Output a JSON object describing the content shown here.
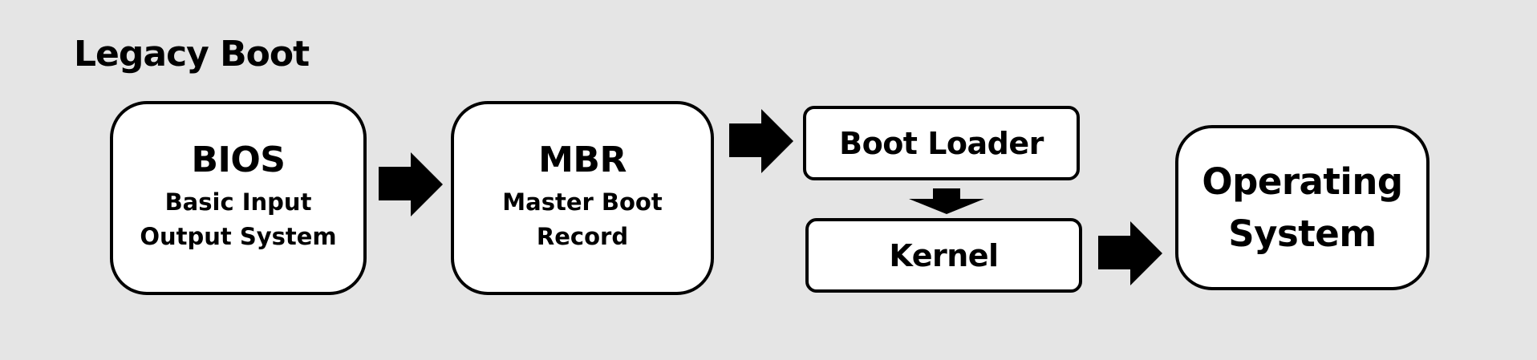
{
  "diagram": {
    "title": "Legacy Boot",
    "nodes": {
      "bios": {
        "heading": "BIOS",
        "sub_line1": "Basic Input",
        "sub_line2": "Output System"
      },
      "mbr": {
        "heading": "MBR",
        "sub_line1": "Master Boot",
        "sub_line2": "Record"
      },
      "bootloader": {
        "label": "Boot Loader"
      },
      "kernel": {
        "label": "Kernel"
      },
      "os": {
        "line1": "Operating",
        "line2": "System"
      }
    },
    "edges": [
      {
        "from": "BIOS",
        "to": "MBR"
      },
      {
        "from": "MBR",
        "to": "Boot Loader"
      },
      {
        "from": "Boot Loader",
        "to": "Kernel"
      },
      {
        "from": "Kernel",
        "to": "Operating System"
      }
    ]
  }
}
